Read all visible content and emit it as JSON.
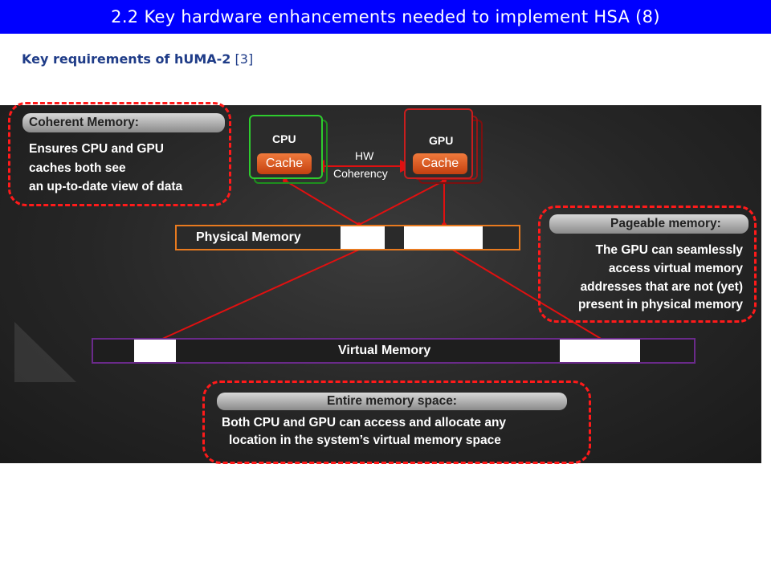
{
  "header": {
    "title": "2.2 Key hardware enhancements needed to implement HSA (8)",
    "subtitle_bold": "Key requirements of hUMA-2",
    "subtitle_ref": "[3]"
  },
  "diagram": {
    "coherent": {
      "heading": "Coherent Memory:",
      "lines": [
        "Ensures CPU and GPU",
        "caches both see",
        "an up-to-date view of data"
      ]
    },
    "cpu": {
      "label": "CPU",
      "cache": "Cache"
    },
    "gpu": {
      "label": "GPU",
      "cache": "Cache"
    },
    "hw_coherency": {
      "line1": "HW",
      "line2": "Coherency"
    },
    "physical_memory": "Physical Memory",
    "pageable": {
      "heading": "Pageable memory:",
      "lines": [
        "The GPU can seamlessly",
        "access virtual memory",
        "addresses that are not (yet)",
        "present in physical memory"
      ]
    },
    "virtual_memory": "Virtual Memory",
    "entire": {
      "heading": "Entire memory space:",
      "lines": [
        "Both CPU and GPU can access and allocate any",
        "location in the system’s virtual memory space"
      ]
    },
    "colors": {
      "title_bar": "#0000ff",
      "subtitle": "#1f3c88",
      "dash_red": "#ff1a1a",
      "cpu_green": "#2ecc2e",
      "gpu_red": "#c81e1e",
      "cache_orange": "#e0622a",
      "physical_orange": "#e87a1f",
      "virtual_purple": "#6a2a8a",
      "arrow_red": "#e01010"
    }
  }
}
